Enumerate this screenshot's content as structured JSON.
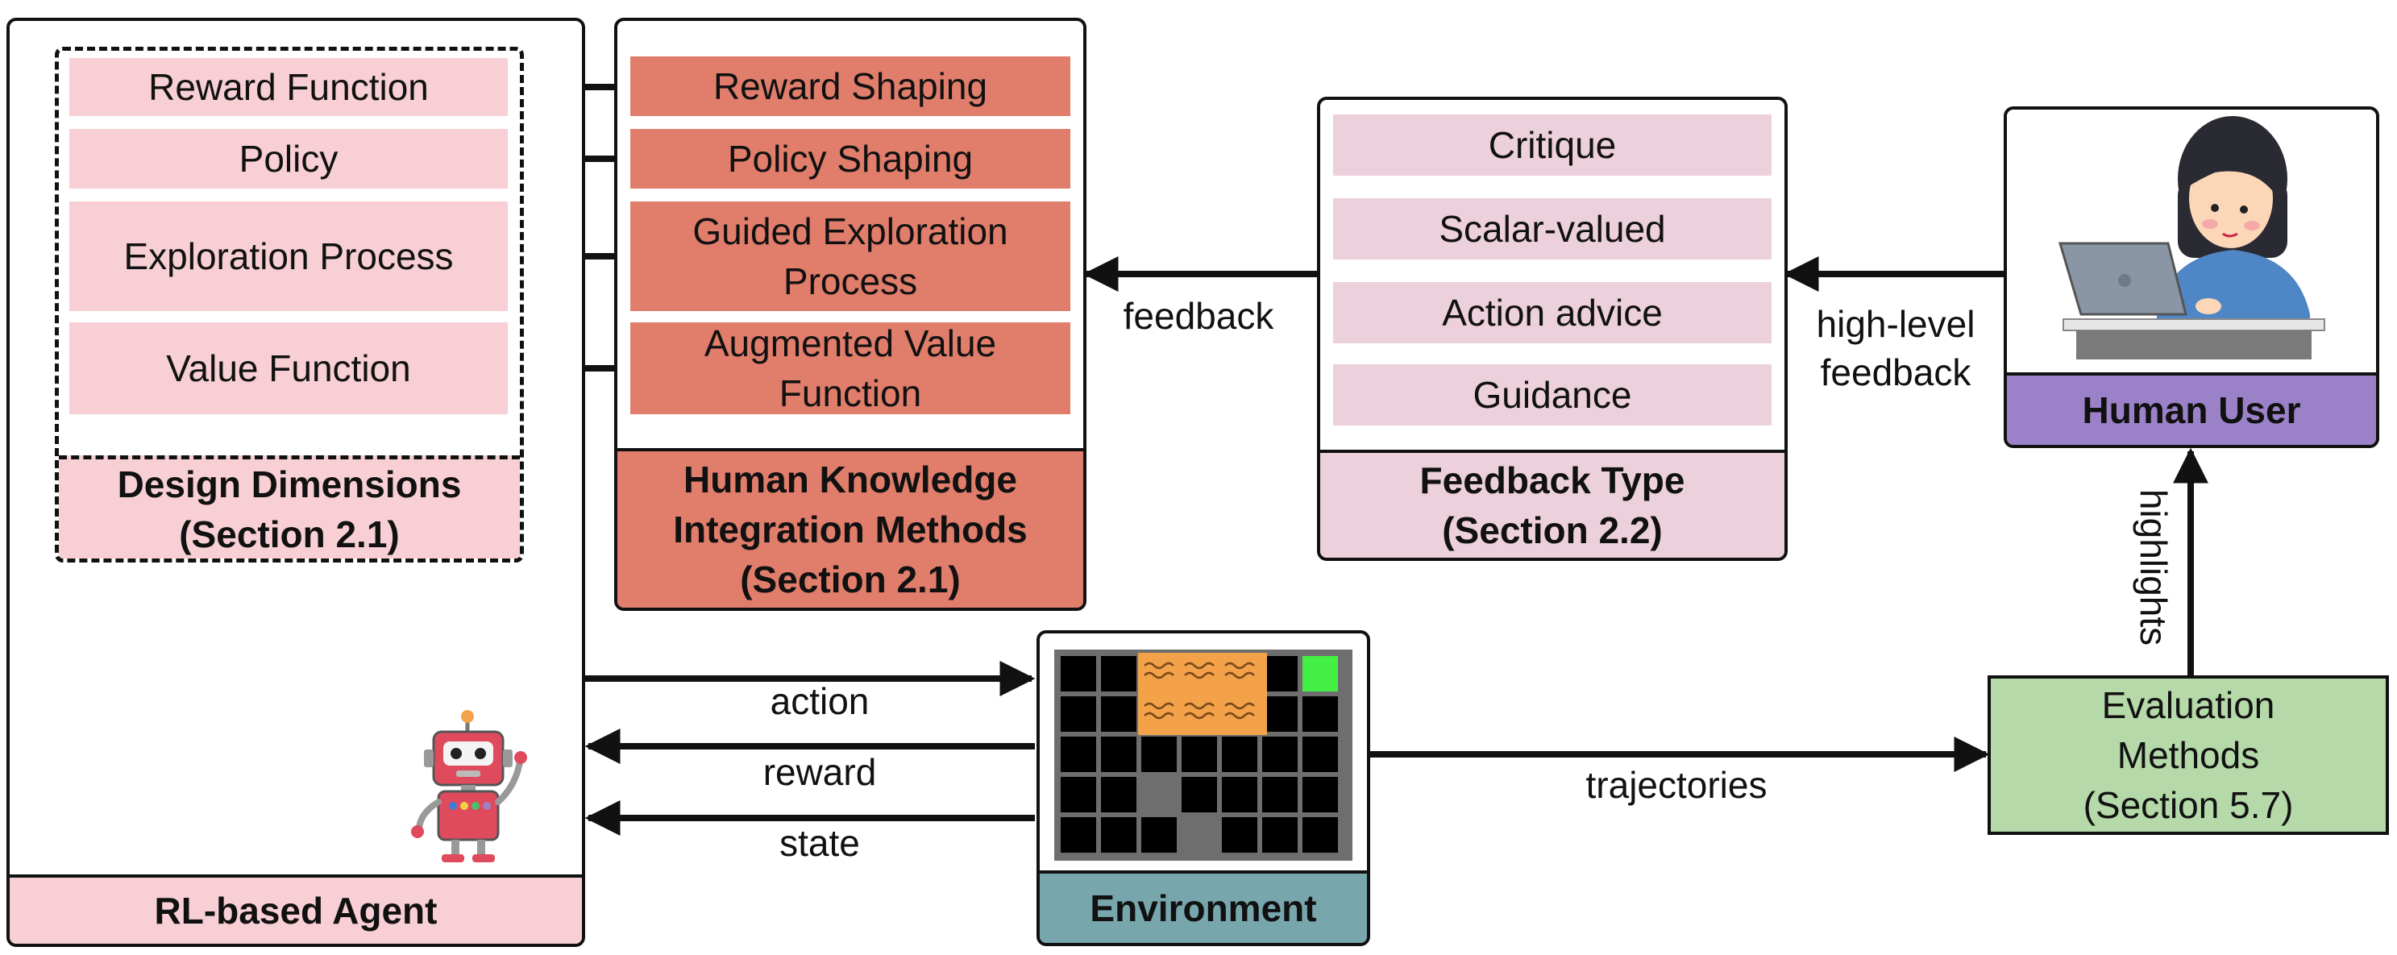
{
  "agent": {
    "title": "RL-based Agent",
    "design_items": [
      "Reward Function",
      "Policy",
      "Exploration Process",
      "Value Function"
    ],
    "design_title": "Design Dimensions\n(Section 2.1)"
  },
  "integration": {
    "items": [
      "Reward Shaping",
      "Policy Shaping",
      "Guided Exploration\nProcess",
      "Augmented Value\nFunction"
    ],
    "title": "Human Knowledge\nIntegration Methods\n(Section 2.1)"
  },
  "feedback_type": {
    "items": [
      "Critique",
      "Scalar-valued",
      "Action advice",
      "Guidance"
    ],
    "title": "Feedback Type\n(Section 2.2)"
  },
  "human": {
    "title": "Human User"
  },
  "environment": {
    "title": "Environment"
  },
  "evaluation": {
    "title": "Evaluation\nMethods\n(Section 5.7)"
  },
  "edges": {
    "feedback": "feedback",
    "high_level_feedback": "high-level\nfeedback",
    "highlights": "highlights",
    "action": "action",
    "reward": "reward",
    "state": "state",
    "trajectories": "trajectories"
  },
  "colors": {
    "design_fill": "#f7cfd4",
    "integration_fill": "#e07d6b",
    "feedback_fill": "#ecd0dc",
    "human_fill": "#9b82c8",
    "environment_fill": "#77a7ad",
    "evaluation_fill": "#b5d9a8",
    "lava": "#f3a24a",
    "goal": "#44f044",
    "wall": "#6e6e6e"
  }
}
